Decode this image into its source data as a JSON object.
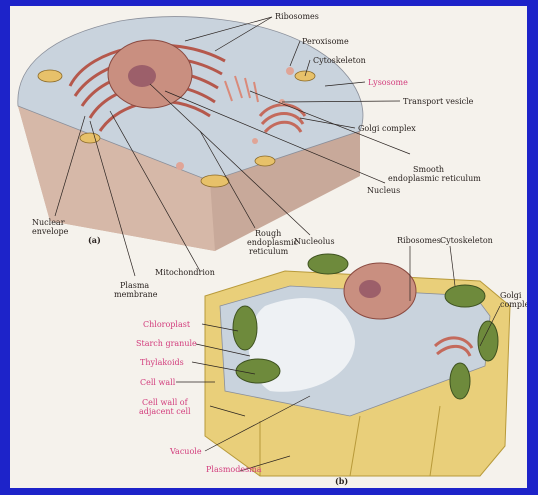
{
  "panel_labels": {
    "a": "(a)",
    "b": "(b)"
  },
  "animal_cell_labels": {
    "ribosomes": "Ribosomes",
    "peroxisome": "Peroxisome",
    "cytoskeleton": "Cytoskeleton",
    "lysosome": "Lysosome",
    "transport_vesicle": "Transport vesicle",
    "golgi_complex": "Golgi complex",
    "smooth_er_line1": "Smooth",
    "smooth_er_line2": "endoplasmic reticulum",
    "nucleus": "Nucleus",
    "nuclear_envelope_line1": "Nuclear",
    "nuclear_envelope_line2": "envelope",
    "nucleolus": "Nucleolus",
    "rough_er_line1": "Rough",
    "rough_er_line2": "endoplasmic",
    "rough_er_line3": "reticulum",
    "mitochondrion": "Mitochondrion",
    "plasma_membrane_line1": "Plasma",
    "plasma_membrane_line2": "membrane"
  },
  "plant_cell_labels": {
    "ribosomes": "Ribosomes",
    "cytoskeleton": "Cytoskeleton",
    "golgi_line1": "Golgi",
    "golgi_line2": "complex",
    "chloroplast": "Chloroplast",
    "starch_granule": "Starch granule",
    "thylakoids": "Thylakoids",
    "cell_wall": "Cell wall",
    "cell_wall_adjacent_line1": "Cell wall of",
    "cell_wall_adjacent_line2": "adjacent cell",
    "vacuole": "Vacuole",
    "plasmodesma": "Plasmodesma"
  },
  "colors": {
    "background_border": "#1d23c9",
    "page": "#f5f2ec",
    "pink_label": "#d23c7c",
    "cytoplasm": "#c9d3dd",
    "cell_wall": "#e9cf7a",
    "chloroplast": "#6e8a3c",
    "nucleus": "#c98f80"
  }
}
